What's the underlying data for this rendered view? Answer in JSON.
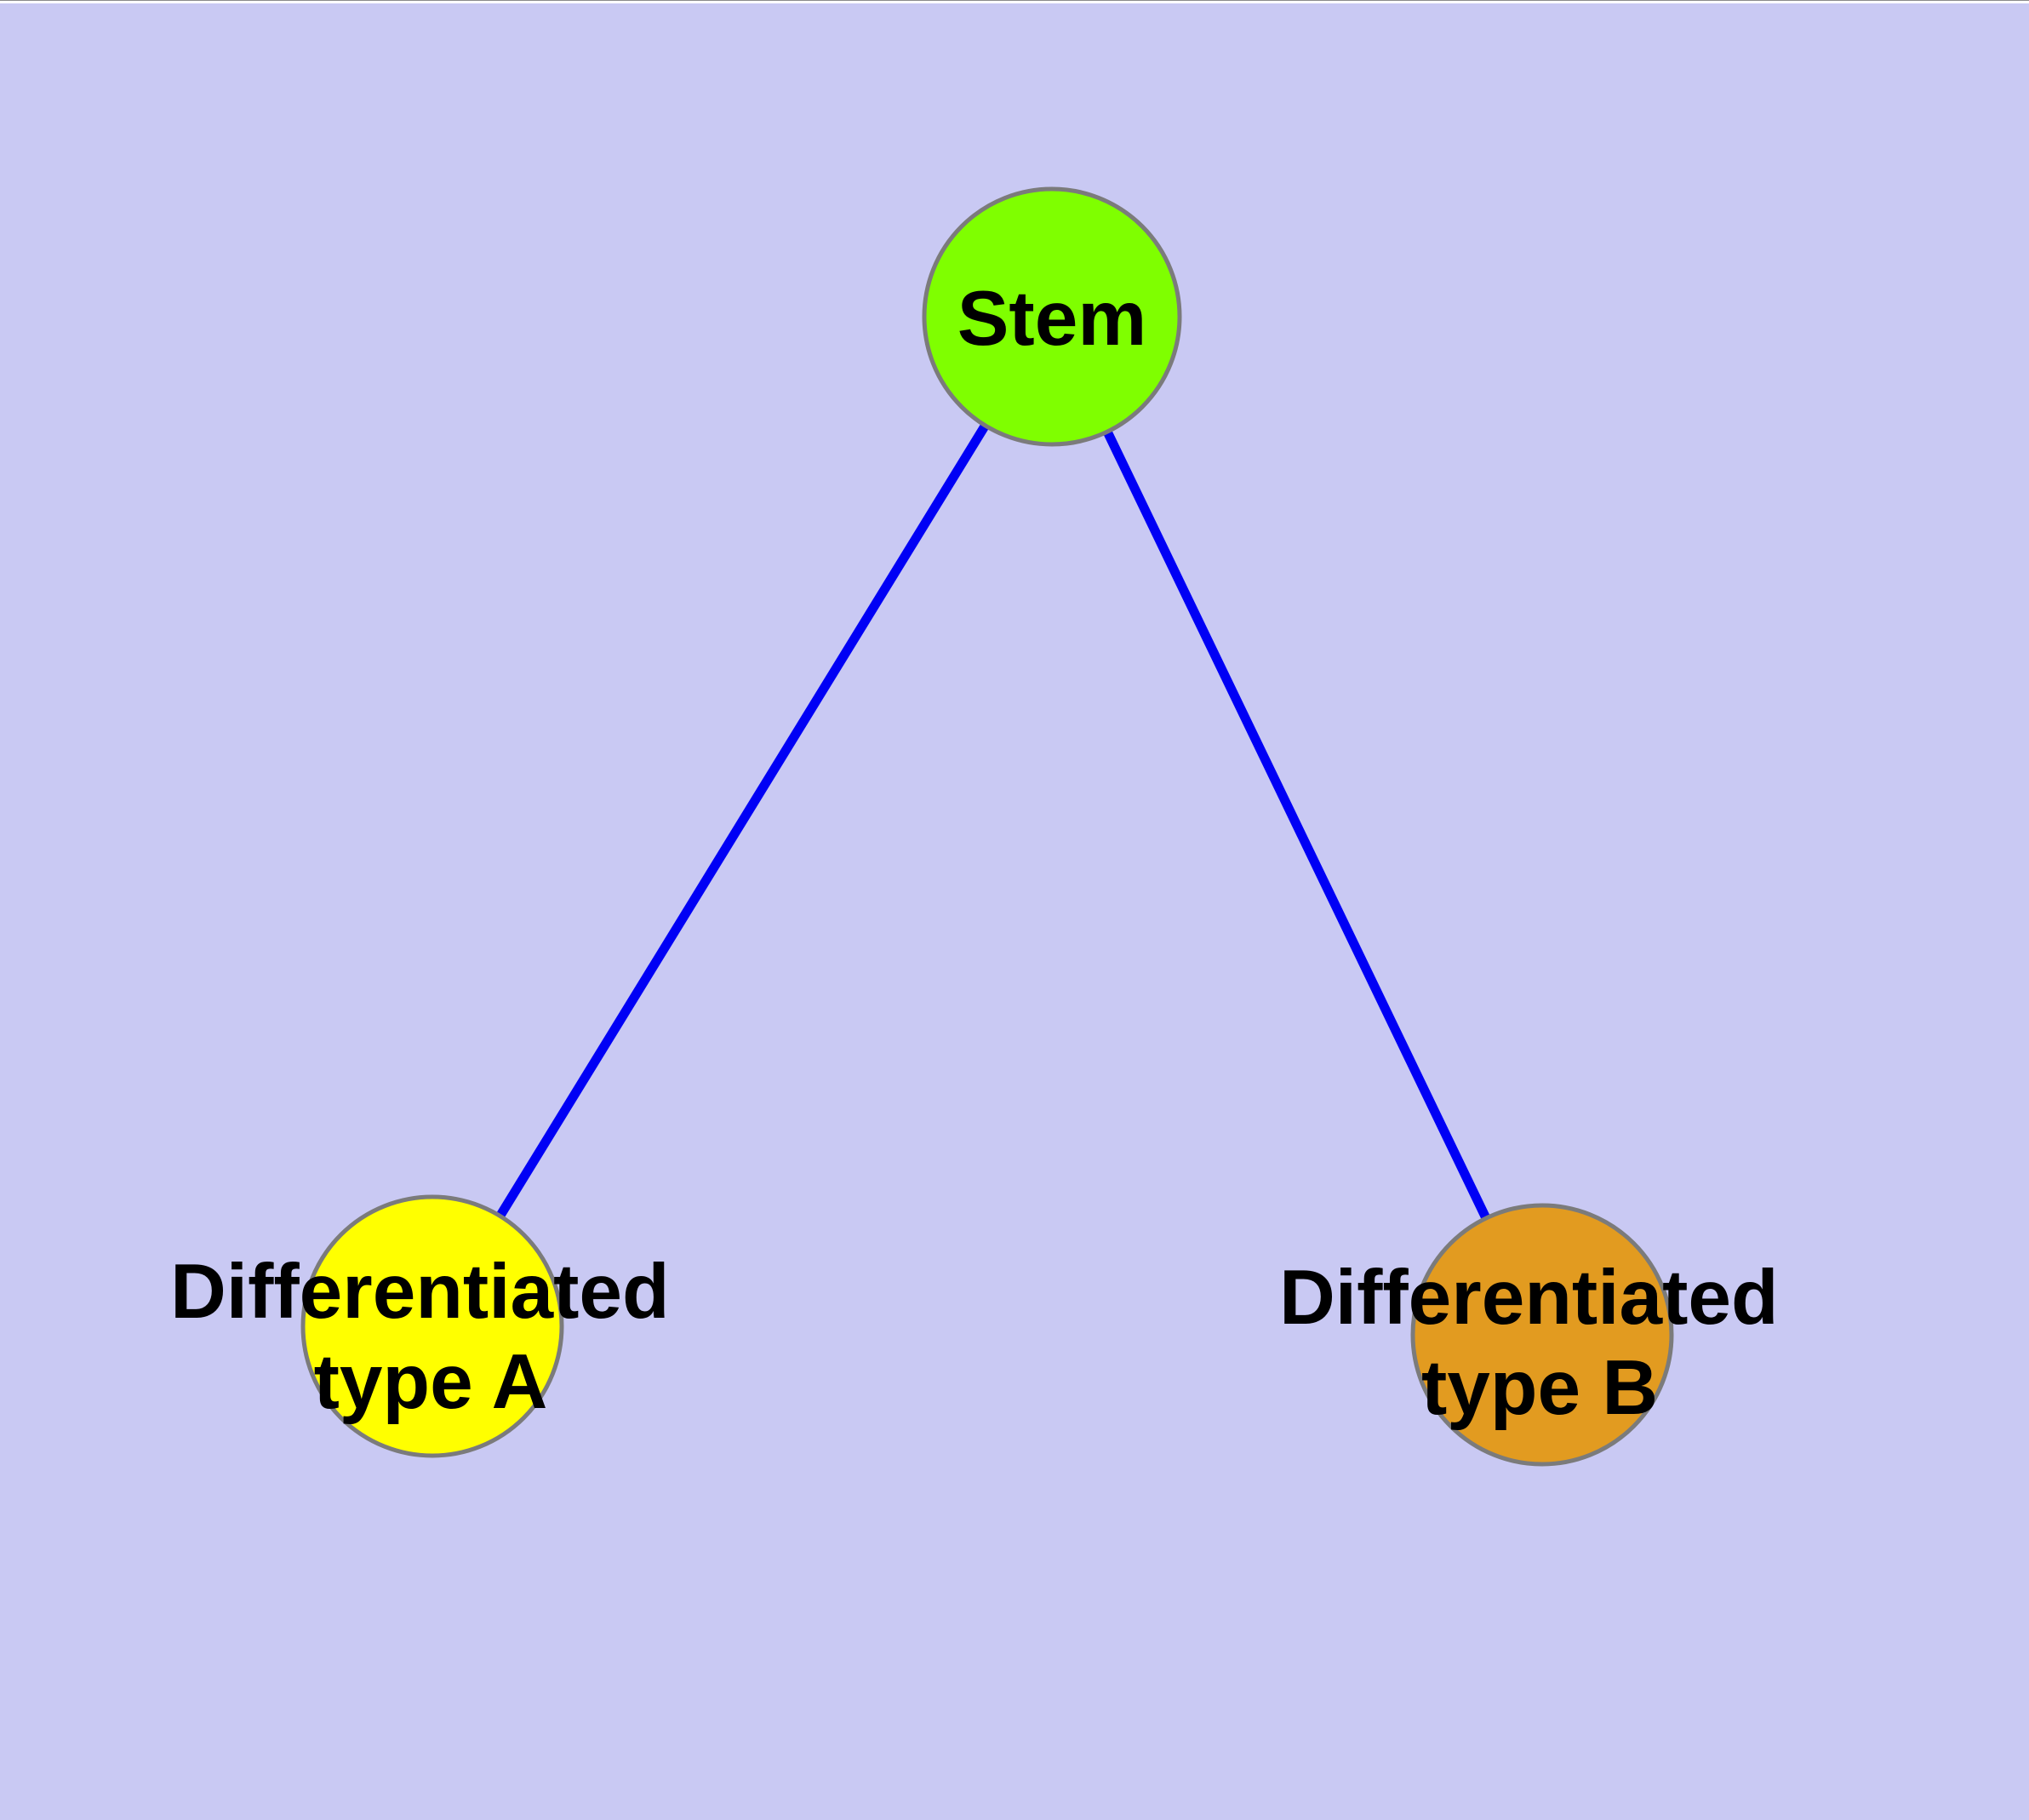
{
  "diagram": {
    "background_color": "#C9C9F3",
    "edge_color": "#0000F5",
    "node_border_color": "#7B7B7B",
    "label_color": "#000000",
    "nodes": [
      {
        "id": "stem",
        "label": "Stem",
        "fill": "#7FFF00"
      },
      {
        "id": "differentiated-type-a",
        "label_line1": "Differentiated",
        "label_line2": "type A",
        "fill": "#FFFF00"
      },
      {
        "id": "differentiated-type-b",
        "label_line1": "Differentiated",
        "label_line2": "type B",
        "fill": "#E29B20"
      }
    ],
    "edges": [
      {
        "from": "Stem",
        "to": "Differentiated type A"
      },
      {
        "from": "Stem",
        "to": "Differentiated type B"
      }
    ]
  }
}
